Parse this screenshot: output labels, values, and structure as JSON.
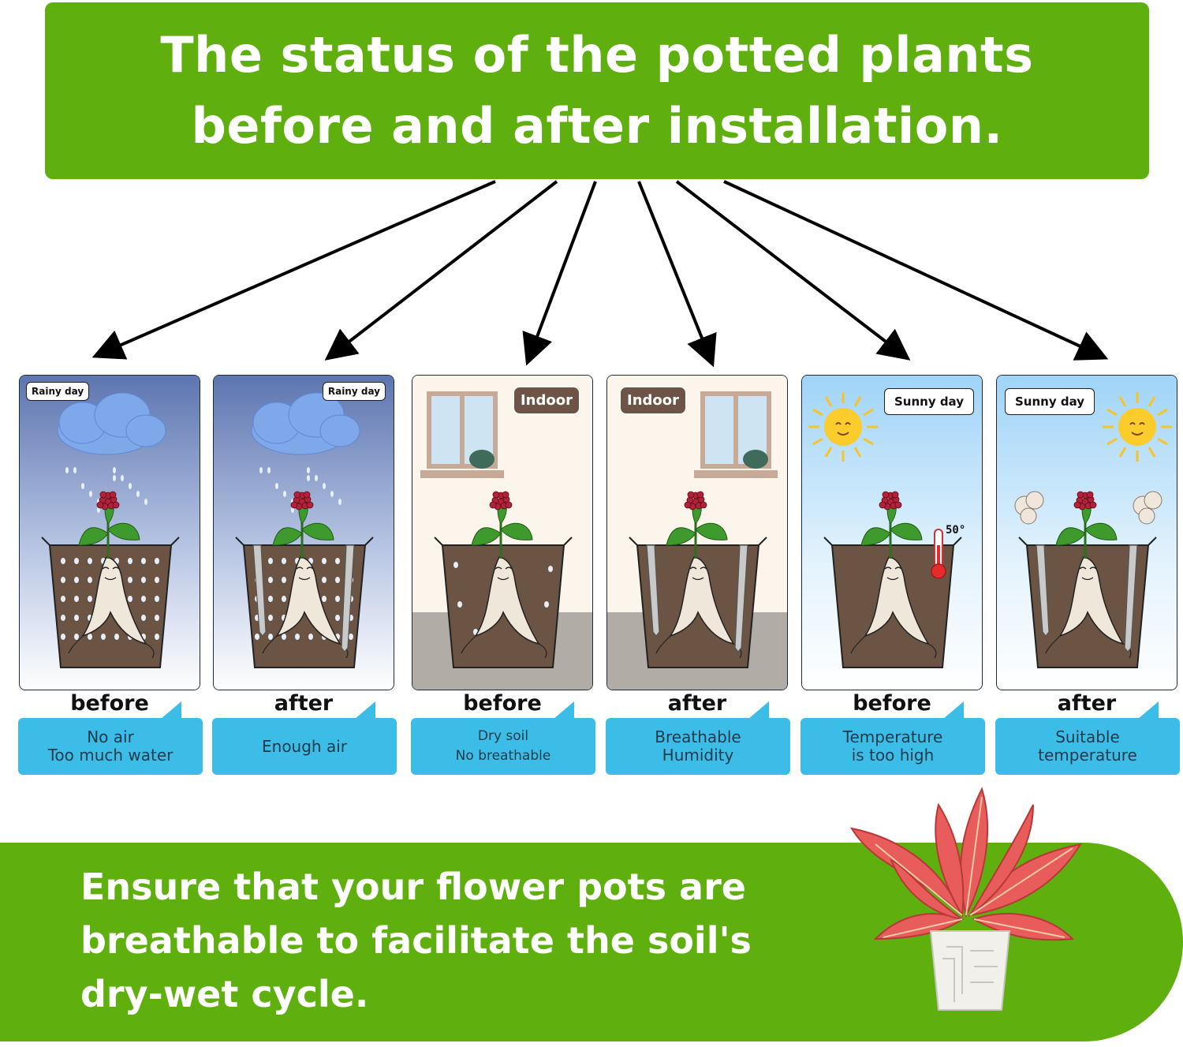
{
  "title": {
    "line1": "The status of the potted plants",
    "line2": "before and after installation."
  },
  "panels": [
    {
      "tag": "Rainy day",
      "state": "before",
      "caption": [
        "No air",
        "Too much water"
      ],
      "scene": "rainy",
      "has_stakes": false
    },
    {
      "tag": "Rainy day",
      "state": "after",
      "caption": [
        "Enough air"
      ],
      "scene": "rainy",
      "has_stakes": true
    },
    {
      "tag": "Indoor",
      "state": "before",
      "caption": [
        "Dry soil",
        "No breathable"
      ],
      "scene": "indoor",
      "has_stakes": false
    },
    {
      "tag": "Indoor",
      "state": "after",
      "caption": [
        "Breathable",
        "Humidity"
      ],
      "scene": "indoor",
      "has_stakes": true
    },
    {
      "tag": "Sunny day",
      "state": "before",
      "caption": [
        "Temperature",
        "is too high"
      ],
      "scene": "sunny",
      "has_stakes": false
    },
    {
      "tag": "Sunny day",
      "state": "after",
      "caption": [
        "Suitable",
        "temperature"
      ],
      "scene": "sunny",
      "has_stakes": true
    }
  ],
  "thermometer_label": "50°",
  "footer": {
    "line1": "Ensure that your flower pots are",
    "line2": "breathable to facilitate the soil's",
    "line3": "dry-wet cycle."
  },
  "colors": {
    "banner_green": "#5fb00f",
    "caption_blue": "#3bbde8",
    "soil_brown": "#6b5444",
    "indoor_tag": "#6d5447"
  },
  "icons": [
    "rain-cloud-icon",
    "window-icon",
    "sun-icon",
    "thermometer-icon",
    "steam-icon",
    "potted-plant-icon"
  ]
}
